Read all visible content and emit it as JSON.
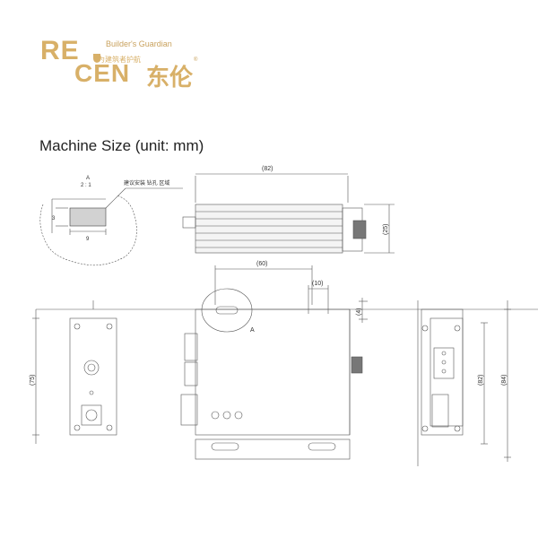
{
  "logo": {
    "brand_top": "RE",
    "brand_bottom": "CEN",
    "tagline": "Builder's Guardian",
    "subtitle_cn": "为建筑者护航",
    "brand_cn": "东伦",
    "registered": "®"
  },
  "title": "Machine Size (unit: mm)",
  "detail": {
    "label": "A",
    "scale": "2 : 1",
    "note": "建议安装 钻孔 区域",
    "dim_height": "3",
    "dim_width": "9"
  },
  "dimensions": {
    "top_width": "(82)",
    "top_height": "(25)",
    "width_60": "(60)",
    "width_10": "(10)",
    "height_4": "(4)",
    "left_height": "(75)",
    "right_height_82": "(82)",
    "right_height_84": "(84)",
    "section_label": "A"
  }
}
